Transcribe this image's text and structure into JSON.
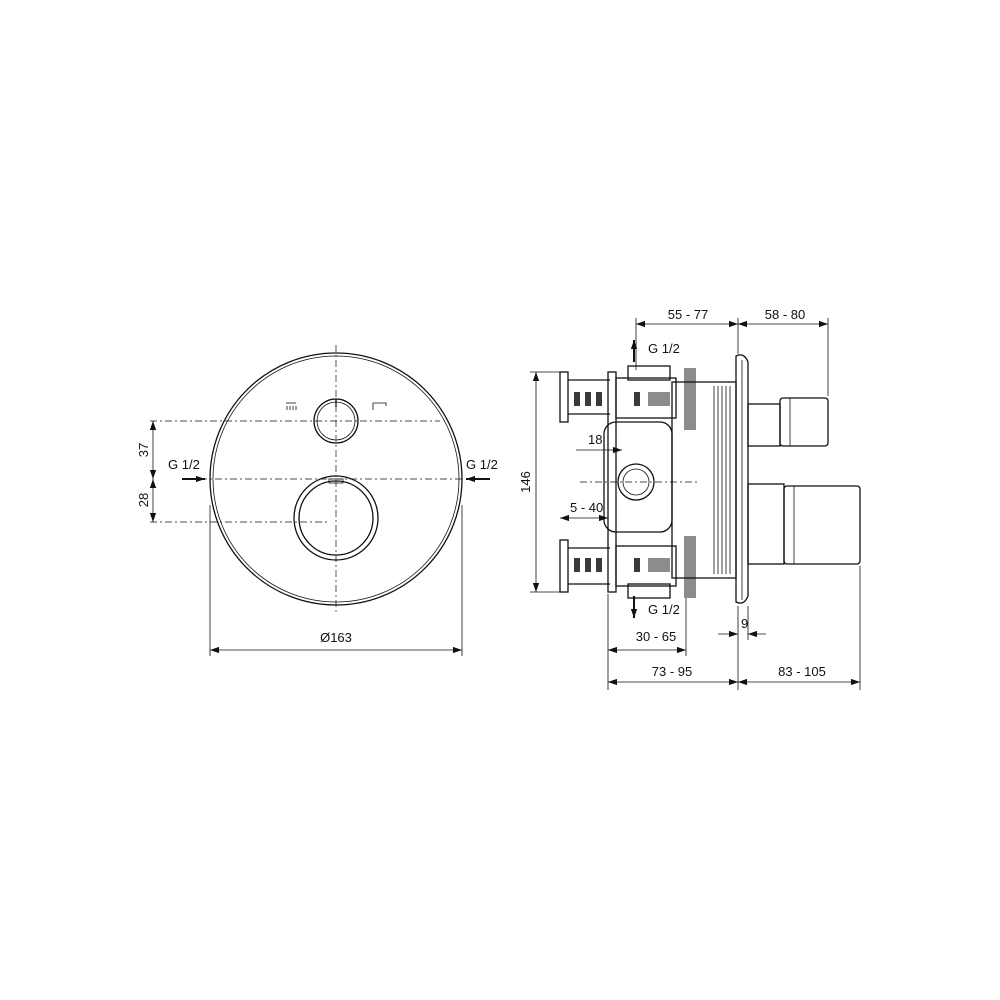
{
  "front_view": {
    "dim_upper_offset": "37",
    "dim_lower_offset": "28",
    "inlet_left": "G 1/2",
    "inlet_right": "G 1/2",
    "diameter": "Ø163"
  },
  "side_view": {
    "outlet_top": "G 1/2",
    "outlet_bottom": "G 1/2",
    "height": "146",
    "dim_18": "18",
    "dim_5_40": "5 - 40",
    "dim_55_77": "55 - 77",
    "dim_58_80": "58 - 80",
    "dim_30_65": "30 - 65",
    "dim_9": "9",
    "dim_73_95": "73 - 95",
    "dim_83_105": "83 - 105"
  },
  "icons": [
    "shower-head-icon",
    "spout-icon"
  ]
}
